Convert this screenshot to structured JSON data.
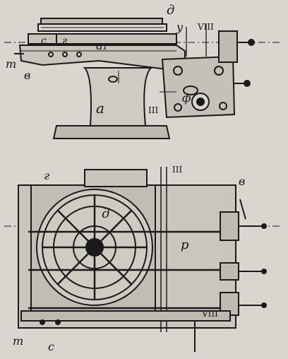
{
  "figure": {
    "top_view": {
      "labels": {
        "d": "д",
        "u": "у",
        "viii": "VIII",
        "s": "с",
        "g": "г",
        "a1": "а₁",
        "t": "т",
        "v": "в",
        "a": "а",
        "iii": "III",
        "f": "ф"
      }
    },
    "plan_view": {
      "labels": {
        "g": "г",
        "iii": "III",
        "v": "в",
        "d": "д",
        "p": "р",
        "t": "т",
        "s": "с",
        "viii": "VIII"
      }
    }
  },
  "colors": {
    "paper": "#d9d6cf",
    "ink": "#151515"
  }
}
